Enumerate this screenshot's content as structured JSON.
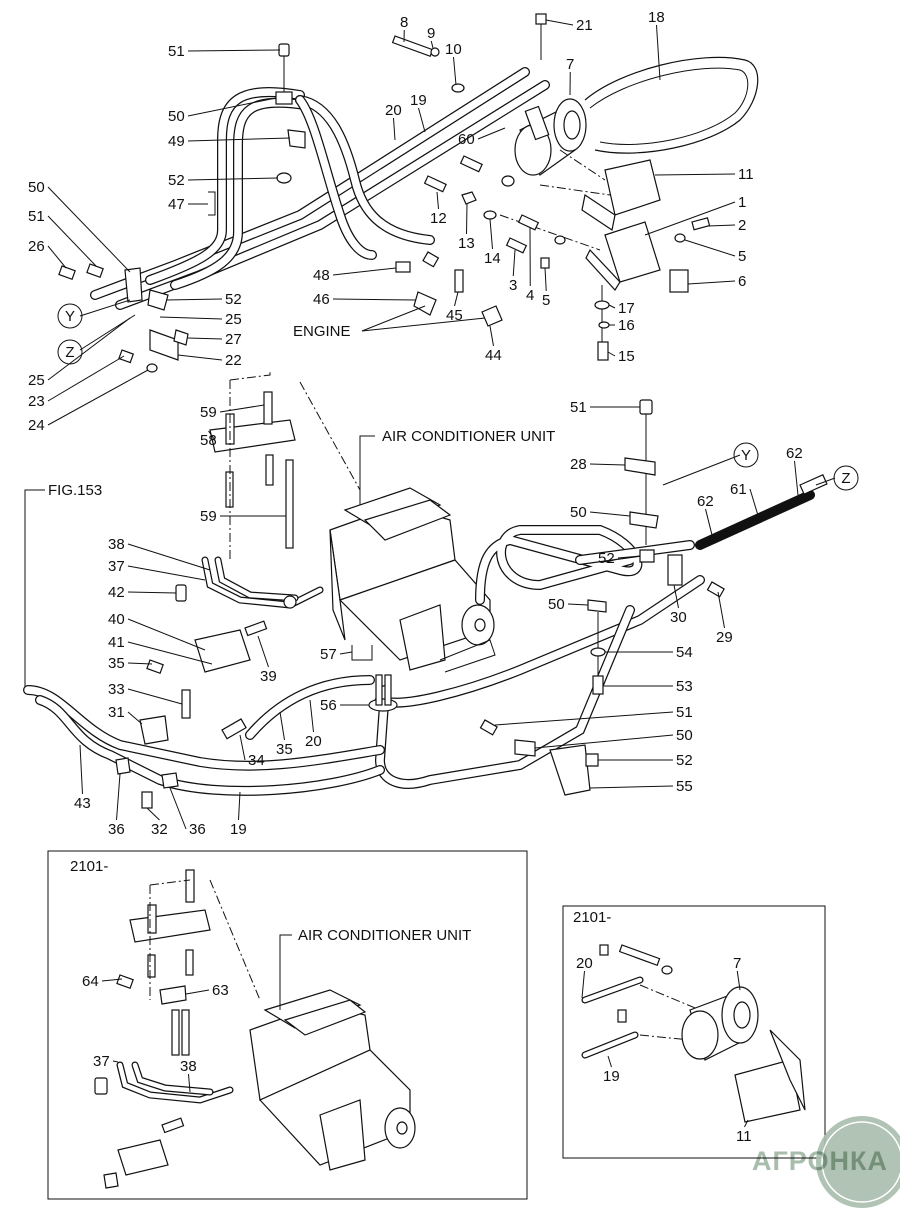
{
  "top": {
    "callouts": [
      "51",
      "8",
      "9",
      "10",
      "21",
      "18",
      "7",
      "50",
      "20",
      "19",
      "49",
      "60",
      "11",
      "52",
      "47",
      "50",
      "1",
      "51",
      "2",
      "12",
      "13",
      "14",
      "5",
      "26",
      "3",
      "4",
      "5",
      "6",
      "48",
      "46",
      "52",
      "25",
      "45",
      "17",
      "16",
      "27",
      "44",
      "22",
      "25",
      "23",
      "24",
      "15"
    ],
    "engine_label": "ENGINE",
    "ref_y": "Y",
    "ref_z": "Z"
  },
  "middle": {
    "callouts": [
      "59",
      "58",
      "51",
      "28",
      "62",
      "59",
      "62",
      "61",
      "50",
      "52",
      "38",
      "37",
      "42",
      "40",
      "41",
      "35",
      "33",
      "31",
      "39",
      "57",
      "30",
      "29",
      "50",
      "54",
      "53",
      "56",
      "20",
      "35",
      "34",
      "51",
      "50",
      "52",
      "55",
      "43",
      "36",
      "32",
      "36",
      "19"
    ],
    "unit_label": "AIR CONDITIONER UNIT",
    "fig_ref": "FIG.153",
    "ref_y": "Y",
    "ref_z": "Z"
  },
  "inset_left": {
    "serial": "2101-",
    "unit_label": "AIR CONDITIONER UNIT",
    "callouts": [
      "64",
      "63",
      "37",
      "38"
    ]
  },
  "inset_right": {
    "serial": "2101-",
    "callouts": [
      "20",
      "7",
      "19",
      "11"
    ]
  },
  "watermark": {
    "logo_text": "АГРОНКА",
    "color": "#a9bdac"
  }
}
